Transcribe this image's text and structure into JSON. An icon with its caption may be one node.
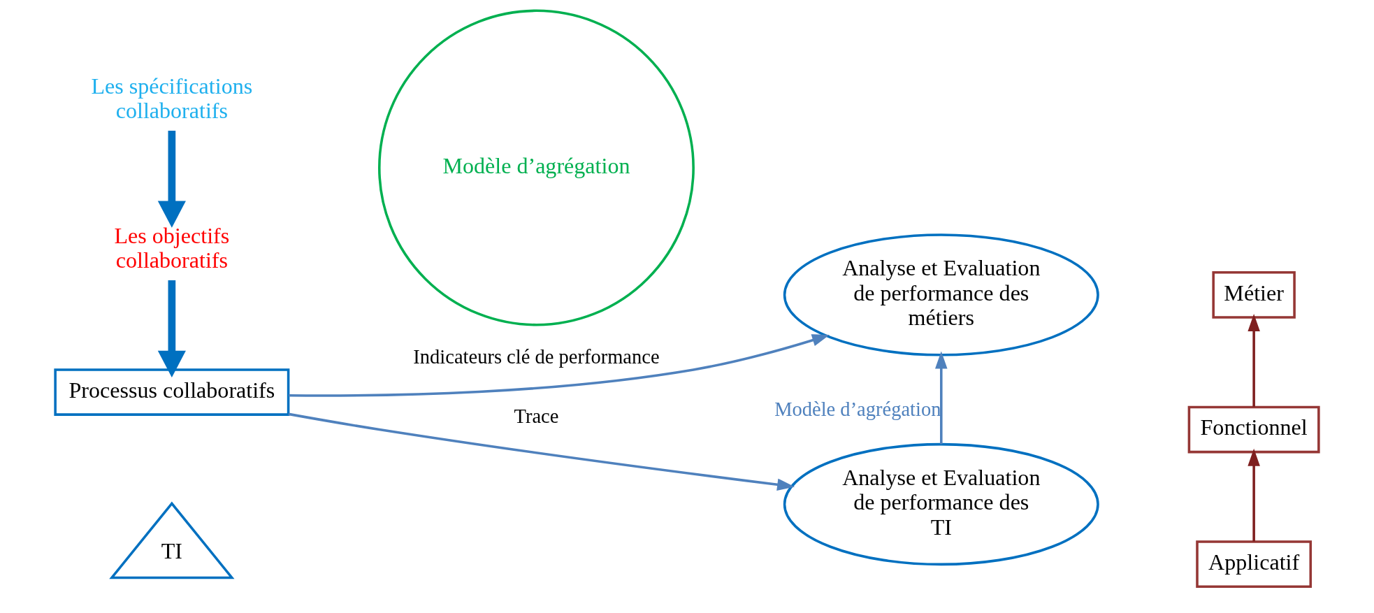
{
  "diagram": {
    "nodes": [
      {
        "text": [
          "Les spécifications collaboratifs"
        ]
      },
      {
        "text": [
          "Les objectifs collaboratifs"
        ]
      },
      {
        "text": [
          "Processus collaboratifs"
        ]
      },
      {
        "text": [
          "TI"
        ]
      },
      {
        "text": [
          "Modèle d’agrégation"
        ]
      },
      {
        "text": [
          "Analyse et Evaluation de performance des métiers"
        ]
      },
      {
        "text": [
          "Analyse et Evaluation de performance des TI"
        ]
      },
      {
        "text": [
          "Métier"
        ]
      },
      {
        "text": [
          "Fonctionnel"
        ]
      },
      {
        "text": [
          "Applicatif"
        ]
      }
    ],
    "edges": [
      {
        "from": 0,
        "to": 1,
        "arrow": "to",
        "style": "thick",
        "color": "#0070c0"
      },
      {
        "from": 1,
        "to": 2,
        "arrow": "to",
        "style": "thick",
        "color": "#0070c0"
      },
      {
        "from": 2,
        "to": 5,
        "arrow": "to",
        "label": "Indicateurs clé de performance"
      },
      {
        "from": 2,
        "to": 6,
        "arrow": "to",
        "label": "Trace"
      },
      {
        "from": 6,
        "to": 5,
        "arrow": "to",
        "label": "Modèle d’agrégation"
      },
      {
        "from": 9,
        "to": 8,
        "arrow": "to",
        "color": "#7f1f1f"
      },
      {
        "from": 8,
        "to": 7,
        "arrow": "to",
        "color": "#7f1f1f"
      }
    ]
  }
}
